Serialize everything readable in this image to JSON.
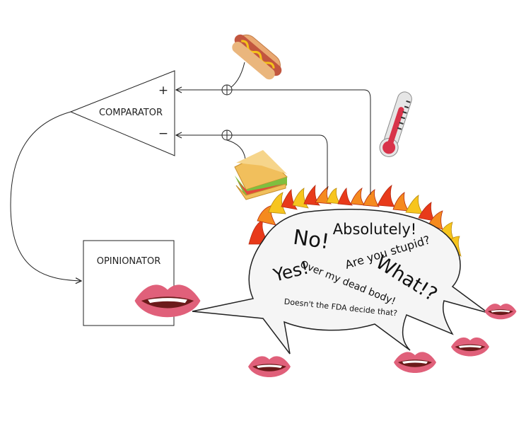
{
  "blocks": {
    "comparator_label": "COMPARATOR",
    "plus_sign": "+",
    "minus_sign": "−",
    "opinionator_label": "OPINIONATOR"
  },
  "icons": {
    "hotdog": "hotdog-icon",
    "sandwich": "sandwich-icon",
    "thermometer": "thermometer-icon",
    "lips": "lips-icon",
    "fire": "fire-icon"
  },
  "speech": {
    "no": "No!",
    "absolutely": "Absolutely!",
    "stupid": "Are you stupid?",
    "yes": "Yes!",
    "dead_body": "Over my dead body!",
    "what": "What!?",
    "fda": "Doesn't the FDA decide that?"
  },
  "colors": {
    "line": "#222222",
    "flame_red": "#e83a1a",
    "flame_orange": "#f58a1f",
    "flame_yellow": "#f7c51e",
    "lips": "#e0607a",
    "mouth": "#6b1a1a"
  }
}
